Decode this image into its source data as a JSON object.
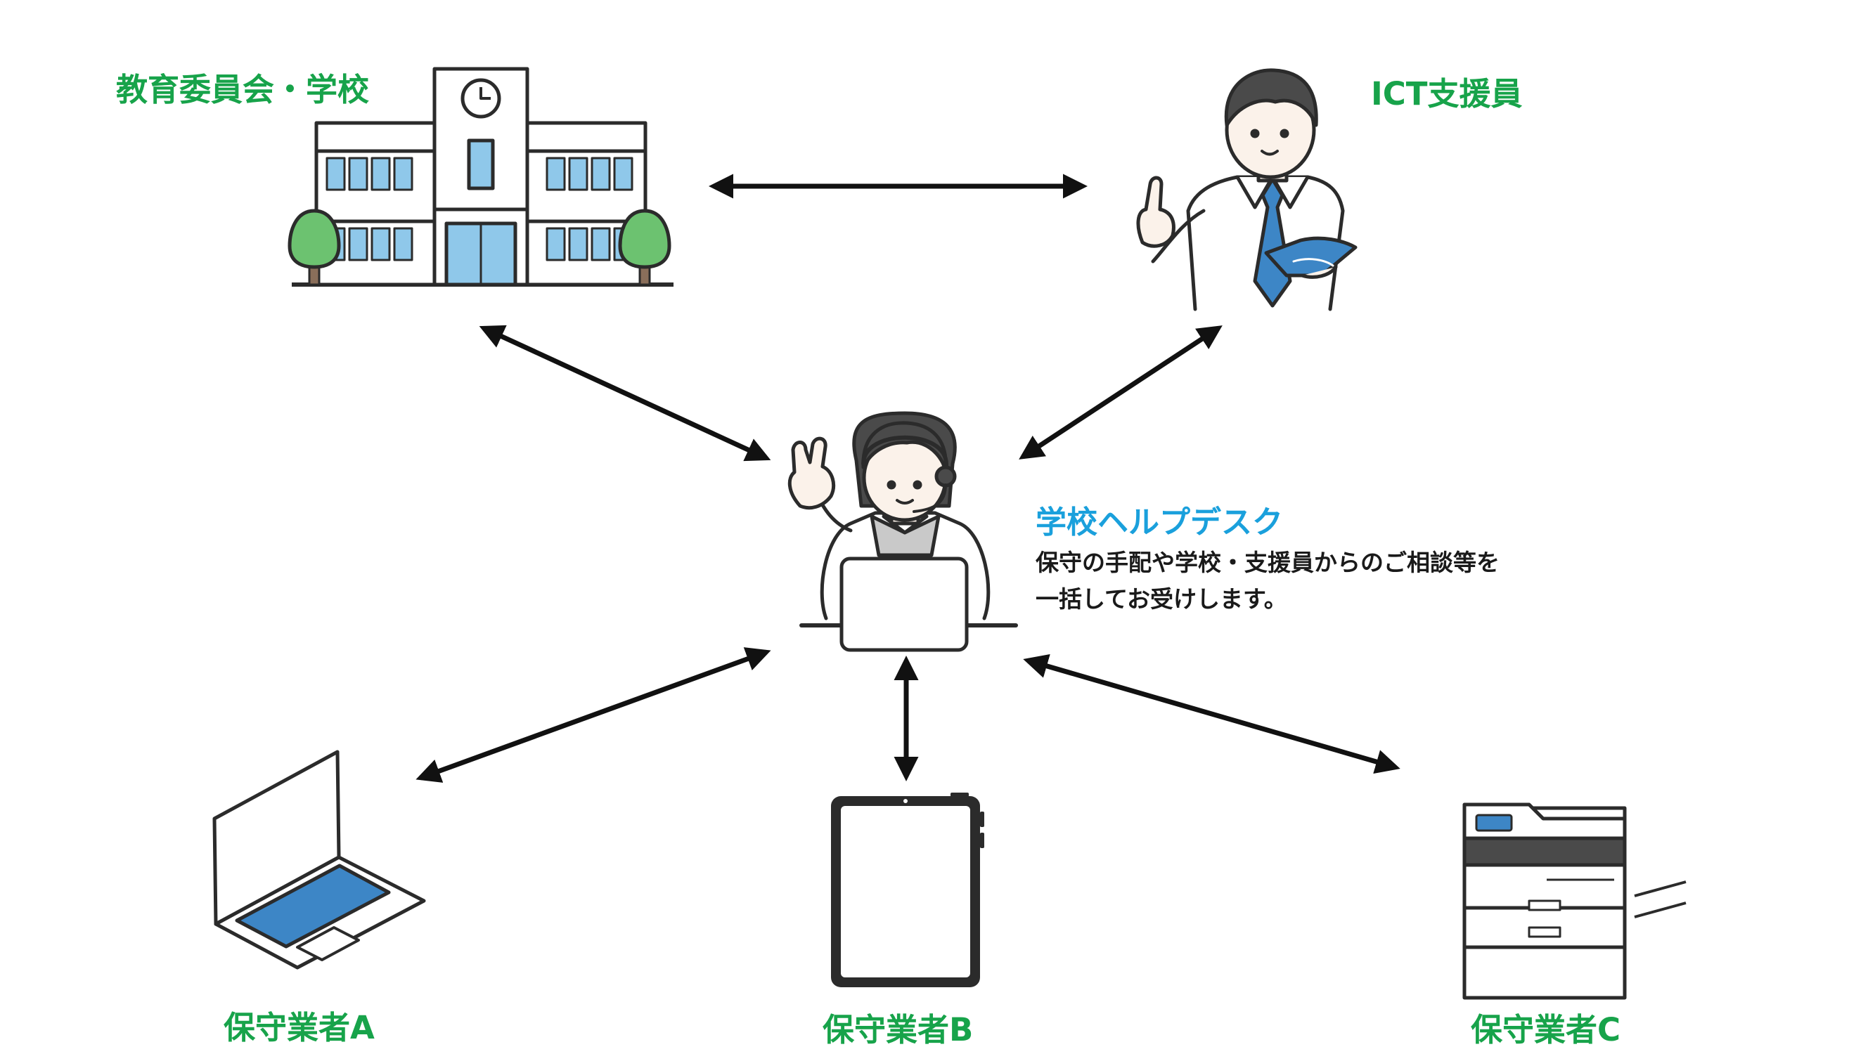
{
  "nodes": {
    "school": {
      "label": "教育委員会・学校"
    },
    "ict_support": {
      "label": "ICT支援員"
    },
    "helpdesk": {
      "title": "学校ヘルプデスク",
      "description_line1": "保守の手配や学校・支援員からのご相談等を",
      "description_line2": "一括してお受けします。"
    },
    "vendor_a": {
      "label": "保守業者A"
    },
    "vendor_b": {
      "label": "保守業者B"
    },
    "vendor_c": {
      "label": "保守業者C"
    }
  },
  "colors": {
    "label_green": "#17a34a",
    "title_blue": "#1aa0dc",
    "outline": "#2b2b2b",
    "window_blue": "#8fc8ea",
    "accent_blue": "#3d86c6",
    "tree_green": "#6cc270",
    "skin": "#fbf2ea",
    "hair": "#4a4a4a",
    "arrow": "#111111"
  },
  "icons": [
    "school-building-icon",
    "support-staff-icon",
    "helpdesk-operator-icon",
    "laptop-icon",
    "tablet-icon",
    "printer-icon"
  ]
}
